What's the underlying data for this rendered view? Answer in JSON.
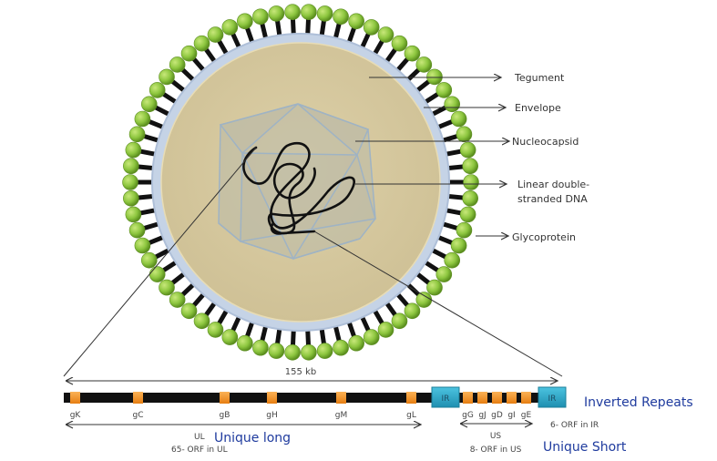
{
  "labels": {
    "tegument": "Tegument",
    "envelope": "Envelope",
    "nucleocapsid": "Nucleocapsid",
    "dna_line1": "Linear double-",
    "dna_line2": "stranded DNA",
    "glycoprotein": "Glycoprotein"
  },
  "genome": {
    "size": "155 kb",
    "ir_label": "IR",
    "ul_genes": [
      "gK",
      "gC",
      "gB",
      "gH",
      "gM",
      "gL"
    ],
    "us_genes": [
      "gG",
      "gJ",
      "gD",
      "gI",
      "gE"
    ],
    "ul_short": "UL",
    "ul_long": "Unique long",
    "ul_orf": "65- ORF in UL",
    "us_short": "US",
    "us_orf": "8- ORF in US",
    "us_long": "Unique Short",
    "ir_orf": "6- ORF in IR",
    "ir_long": "Inverted Repeats"
  },
  "colors": {
    "spike_ball": "#8dc63f",
    "envelope": "#c9d6e8",
    "tegument": "#d8cba0",
    "gene_box": "#f7941d",
    "ir_box": "#29a8c9",
    "accent_text": "#1f3b9e"
  }
}
